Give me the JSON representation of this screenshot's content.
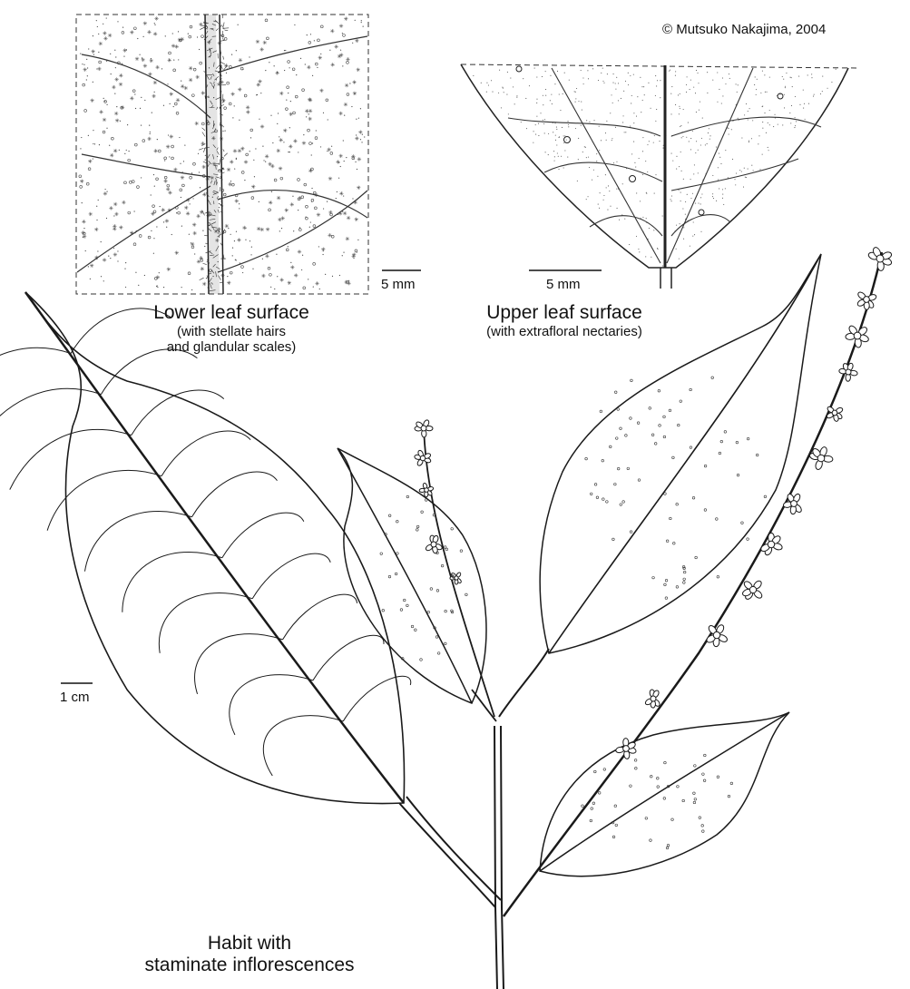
{
  "credit": "© Mutsuko Nakajima, 2004",
  "panels": {
    "lower": {
      "title": "Lower leaf surface",
      "subtitle_line1": "(with stellate hairs",
      "subtitle_line2": "and glandular scales)",
      "scale": "5 mm"
    },
    "upper": {
      "title": "Upper leaf surface",
      "subtitle_line1": "(with extrafloral nectaries)",
      "scale": "5 mm"
    },
    "habit": {
      "title_line1": "Habit with",
      "title_line2": "staminate inflorescences",
      "scale": "1 cm"
    }
  },
  "colors": {
    "ink": "#1a1a1a",
    "paper": "#ffffff"
  }
}
